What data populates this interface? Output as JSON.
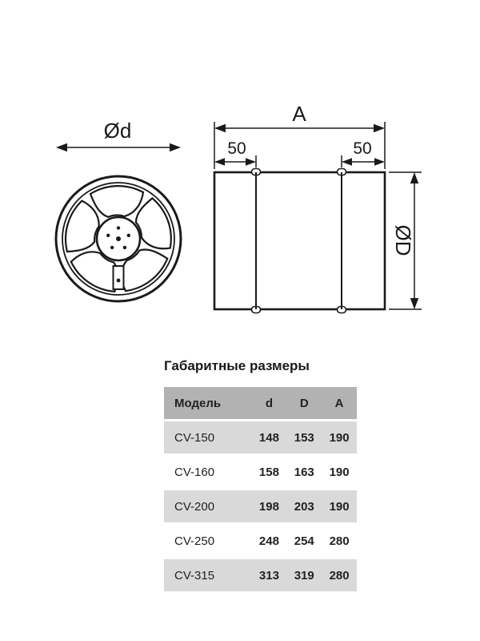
{
  "diagram": {
    "labels": {
      "fan_diameter": "Ød",
      "length": "A",
      "left_flange": "50",
      "right_flange": "50",
      "duct_diameter": "ØD"
    },
    "line_color": "#1a1a1a"
  },
  "table": {
    "title": "Габаритные размеры",
    "columns": [
      "Модель",
      "d",
      "D",
      "A"
    ],
    "rows": [
      {
        "model": "CV-150",
        "d": "148",
        "D": "153",
        "A": "190"
      },
      {
        "model": "CV-160",
        "d": "158",
        "D": "163",
        "A": "190"
      },
      {
        "model": "CV-200",
        "d": "198",
        "D": "203",
        "A": "190"
      },
      {
        "model": "CV-250",
        "d": "248",
        "D": "254",
        "A": "280"
      },
      {
        "model": "CV-315",
        "d": "313",
        "D": "319",
        "A": "280"
      }
    ],
    "colors": {
      "header_bg": "#b2b2b2",
      "alt_row_bg": "#d9d9d9",
      "row_bg": "#ffffff",
      "text": "#222222"
    }
  }
}
